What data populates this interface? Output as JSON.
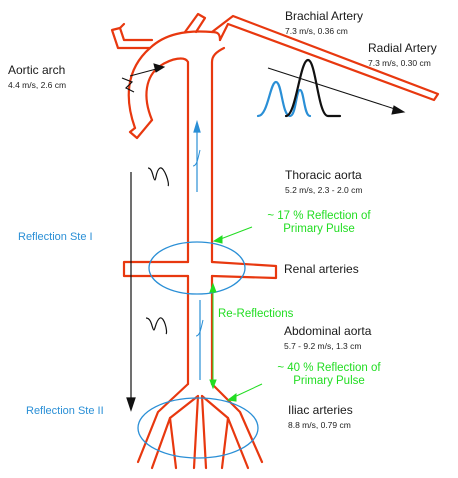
{
  "labels": {
    "brachial_title": "Brachial Artery",
    "brachial_sub": "7.3 m/s, 0.36 cm",
    "radial_title": "Radial Artery",
    "radial_sub": "7.3 m/s, 0.30 cm",
    "aortic_title": "Aortic arch",
    "aortic_sub": "4.4 m/s, 2.6  cm",
    "thoracic_title": "Thoracic aorta",
    "thoracic_sub": "5.2 m/s, 2.3 - 2.0 cm",
    "reflection_17_line1": "~ 17 % Reflection of",
    "reflection_17_line2": "Primary Pulse",
    "site1": "Reflection Ste I",
    "renal": "Renal arteries",
    "rereflections": "Re-Reflections",
    "abdominal_title": "Abdominal aorta",
    "abdominal_sub": "5.7 - 9.2 m/s, 1.3 cm",
    "reflection_40_line1": "~ 40 % Reflection of",
    "reflection_40_line2": "Primary Pulse",
    "site2": "Reflection Ste II",
    "iliac_title": "Iliac arteries",
    "iliac_sub": "8.8 m/s, 0.79 cm"
  },
  "colors": {
    "vessel": "#e8380f",
    "blue": "#2a8fd6",
    "green": "#22dd22",
    "black": "#111111"
  }
}
